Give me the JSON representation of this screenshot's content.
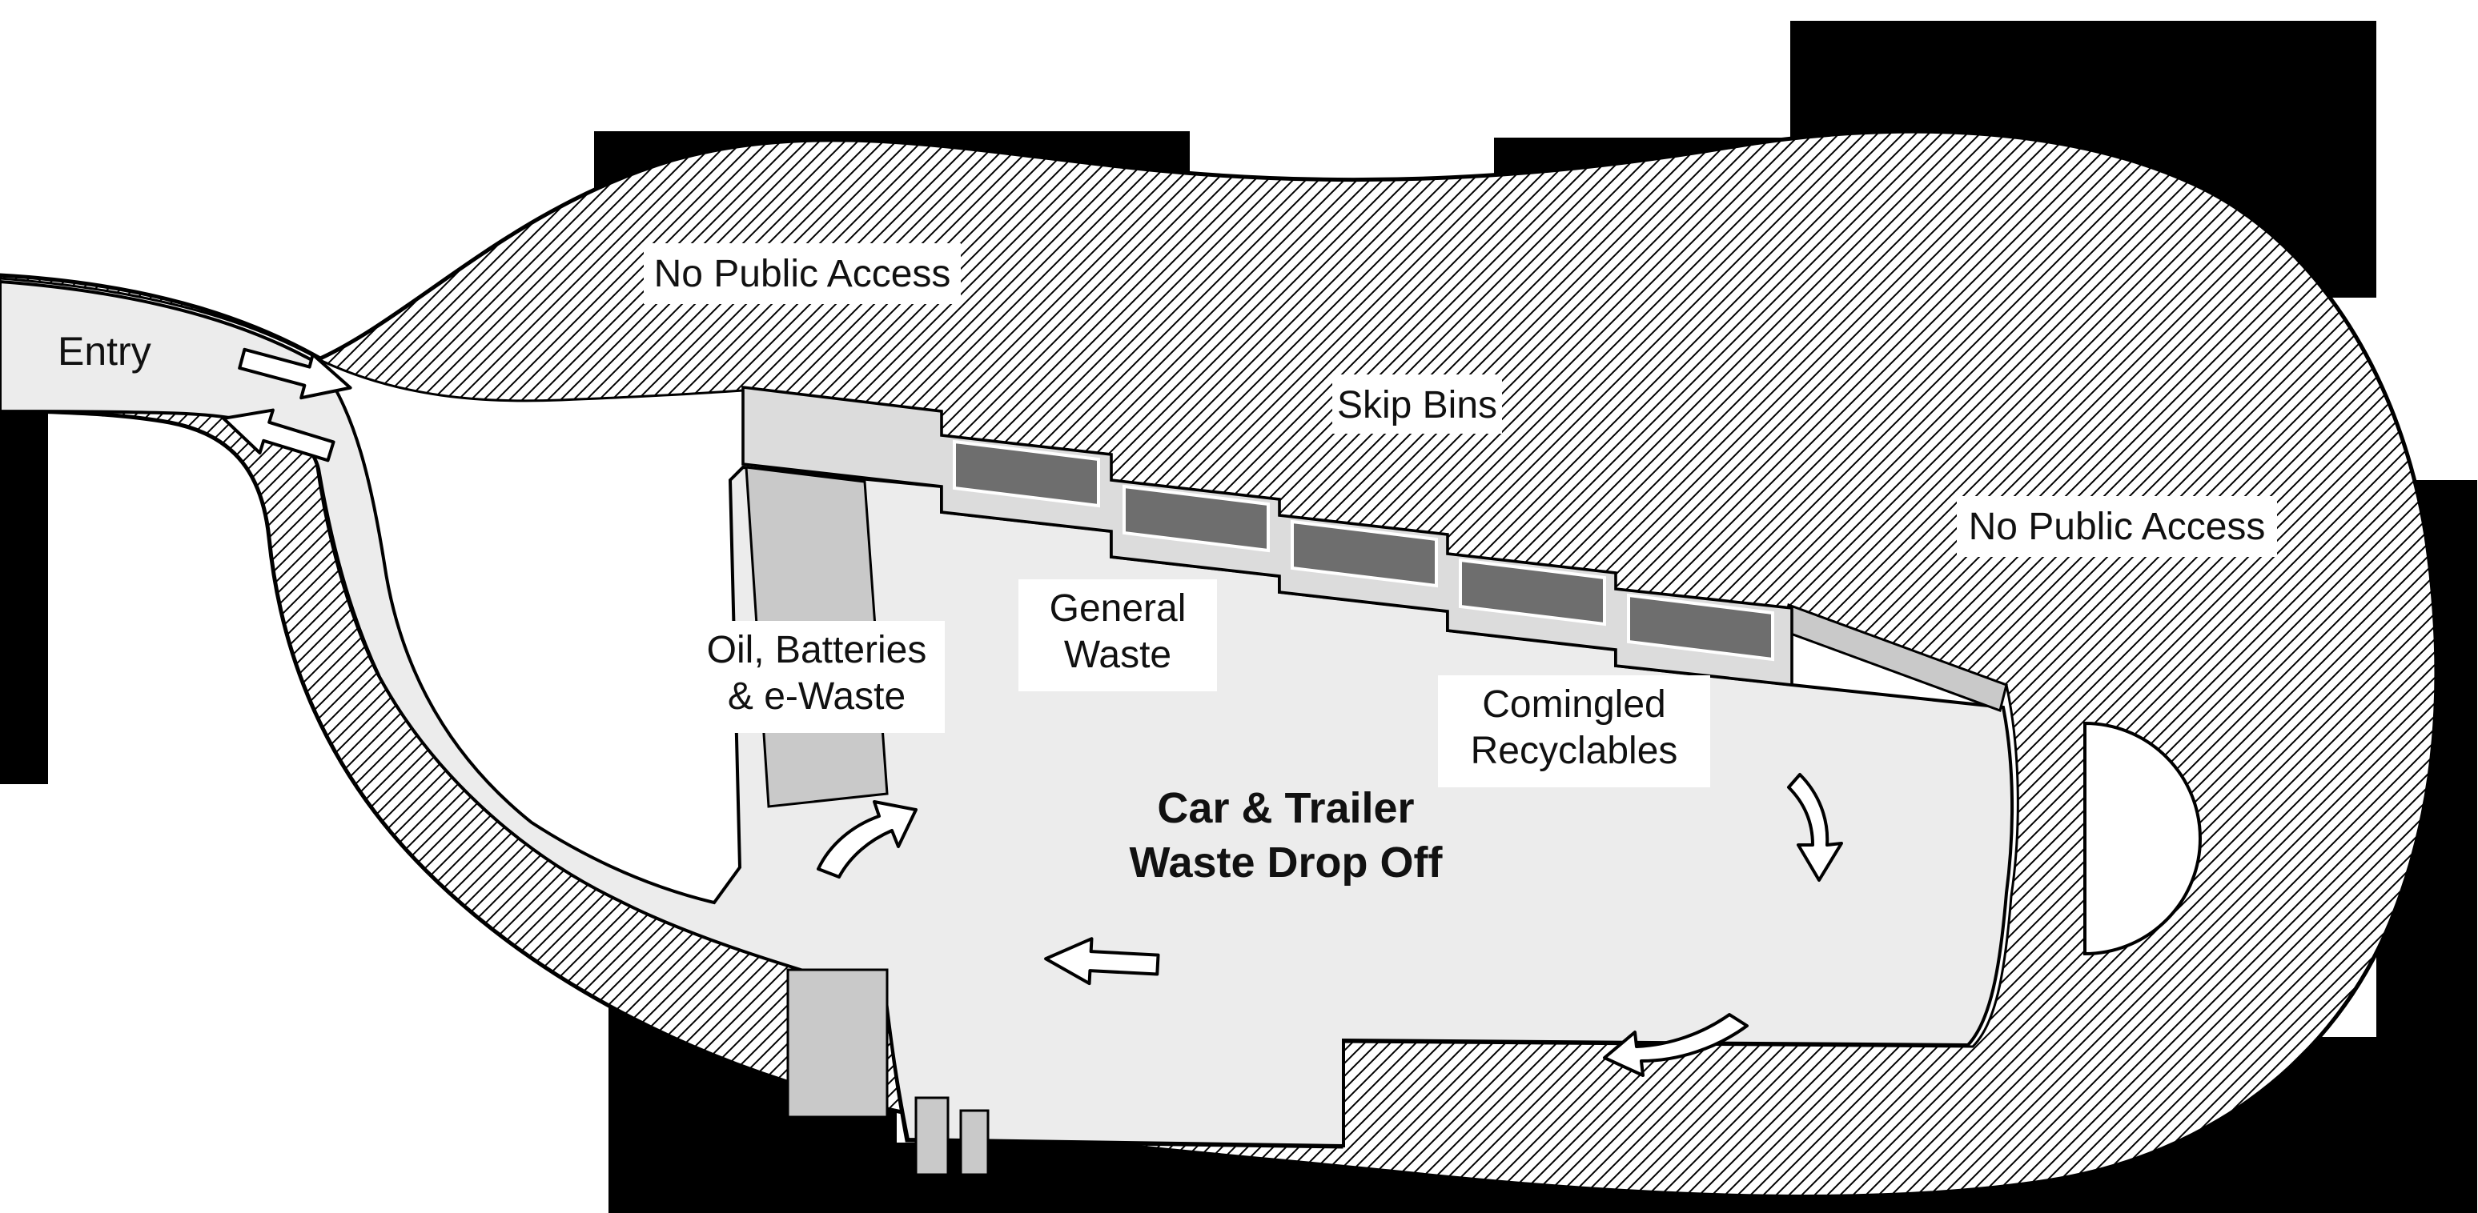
{
  "map": {
    "entry_label": "Entry",
    "zones": {
      "no_public_access_top": "No Public Access",
      "no_public_access_right": "No Public Access",
      "skip_bins": "Skip Bins",
      "oil_batteries_ewaste": {
        "line1": "Oil, Batteries",
        "line2": "& e-Waste"
      },
      "general_waste": {
        "line1": "General",
        "line2": "Waste"
      },
      "comingled_recyclables": {
        "line1": "Comingled",
        "line2": "Recyclables"
      },
      "car_trailer_drop_off": {
        "line1": "Car & Trailer",
        "line2": "Waste Drop Off"
      }
    },
    "skip_bin_count": 5,
    "icons": {
      "flow_arrows": [
        "entry-flow-arrow",
        "exit-flow-arrow",
        "loop-flow-arrow-northeast",
        "flow-arrow-west",
        "flow-arrow-south",
        "flow-arrow-southwest"
      ]
    },
    "colors": {
      "outline": "#000000",
      "road_surface": "#ececec",
      "bin_platform": "#dcdcdc",
      "skip_bin": "#6e6e6e",
      "service_strip": "#c9c9c9",
      "void_background": "#000000",
      "paper": "#ffffff"
    }
  }
}
